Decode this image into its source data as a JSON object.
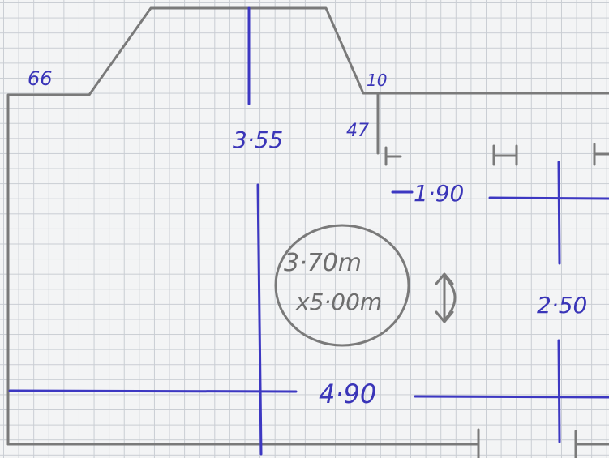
{
  "colors": {
    "ink": "#3d38c2",
    "pencil": "#7a7a7a",
    "paper": "#f3f4f5",
    "grid": "#c9cdd3"
  },
  "labels": {
    "left_wall": "66",
    "corner_top": "10",
    "step": "47",
    "height": "3·55",
    "right_width": "1·90",
    "room_width": "4·90",
    "right_height": "2·50"
  },
  "note": {
    "line1": "3·70m",
    "line2": "x5·00m"
  }
}
